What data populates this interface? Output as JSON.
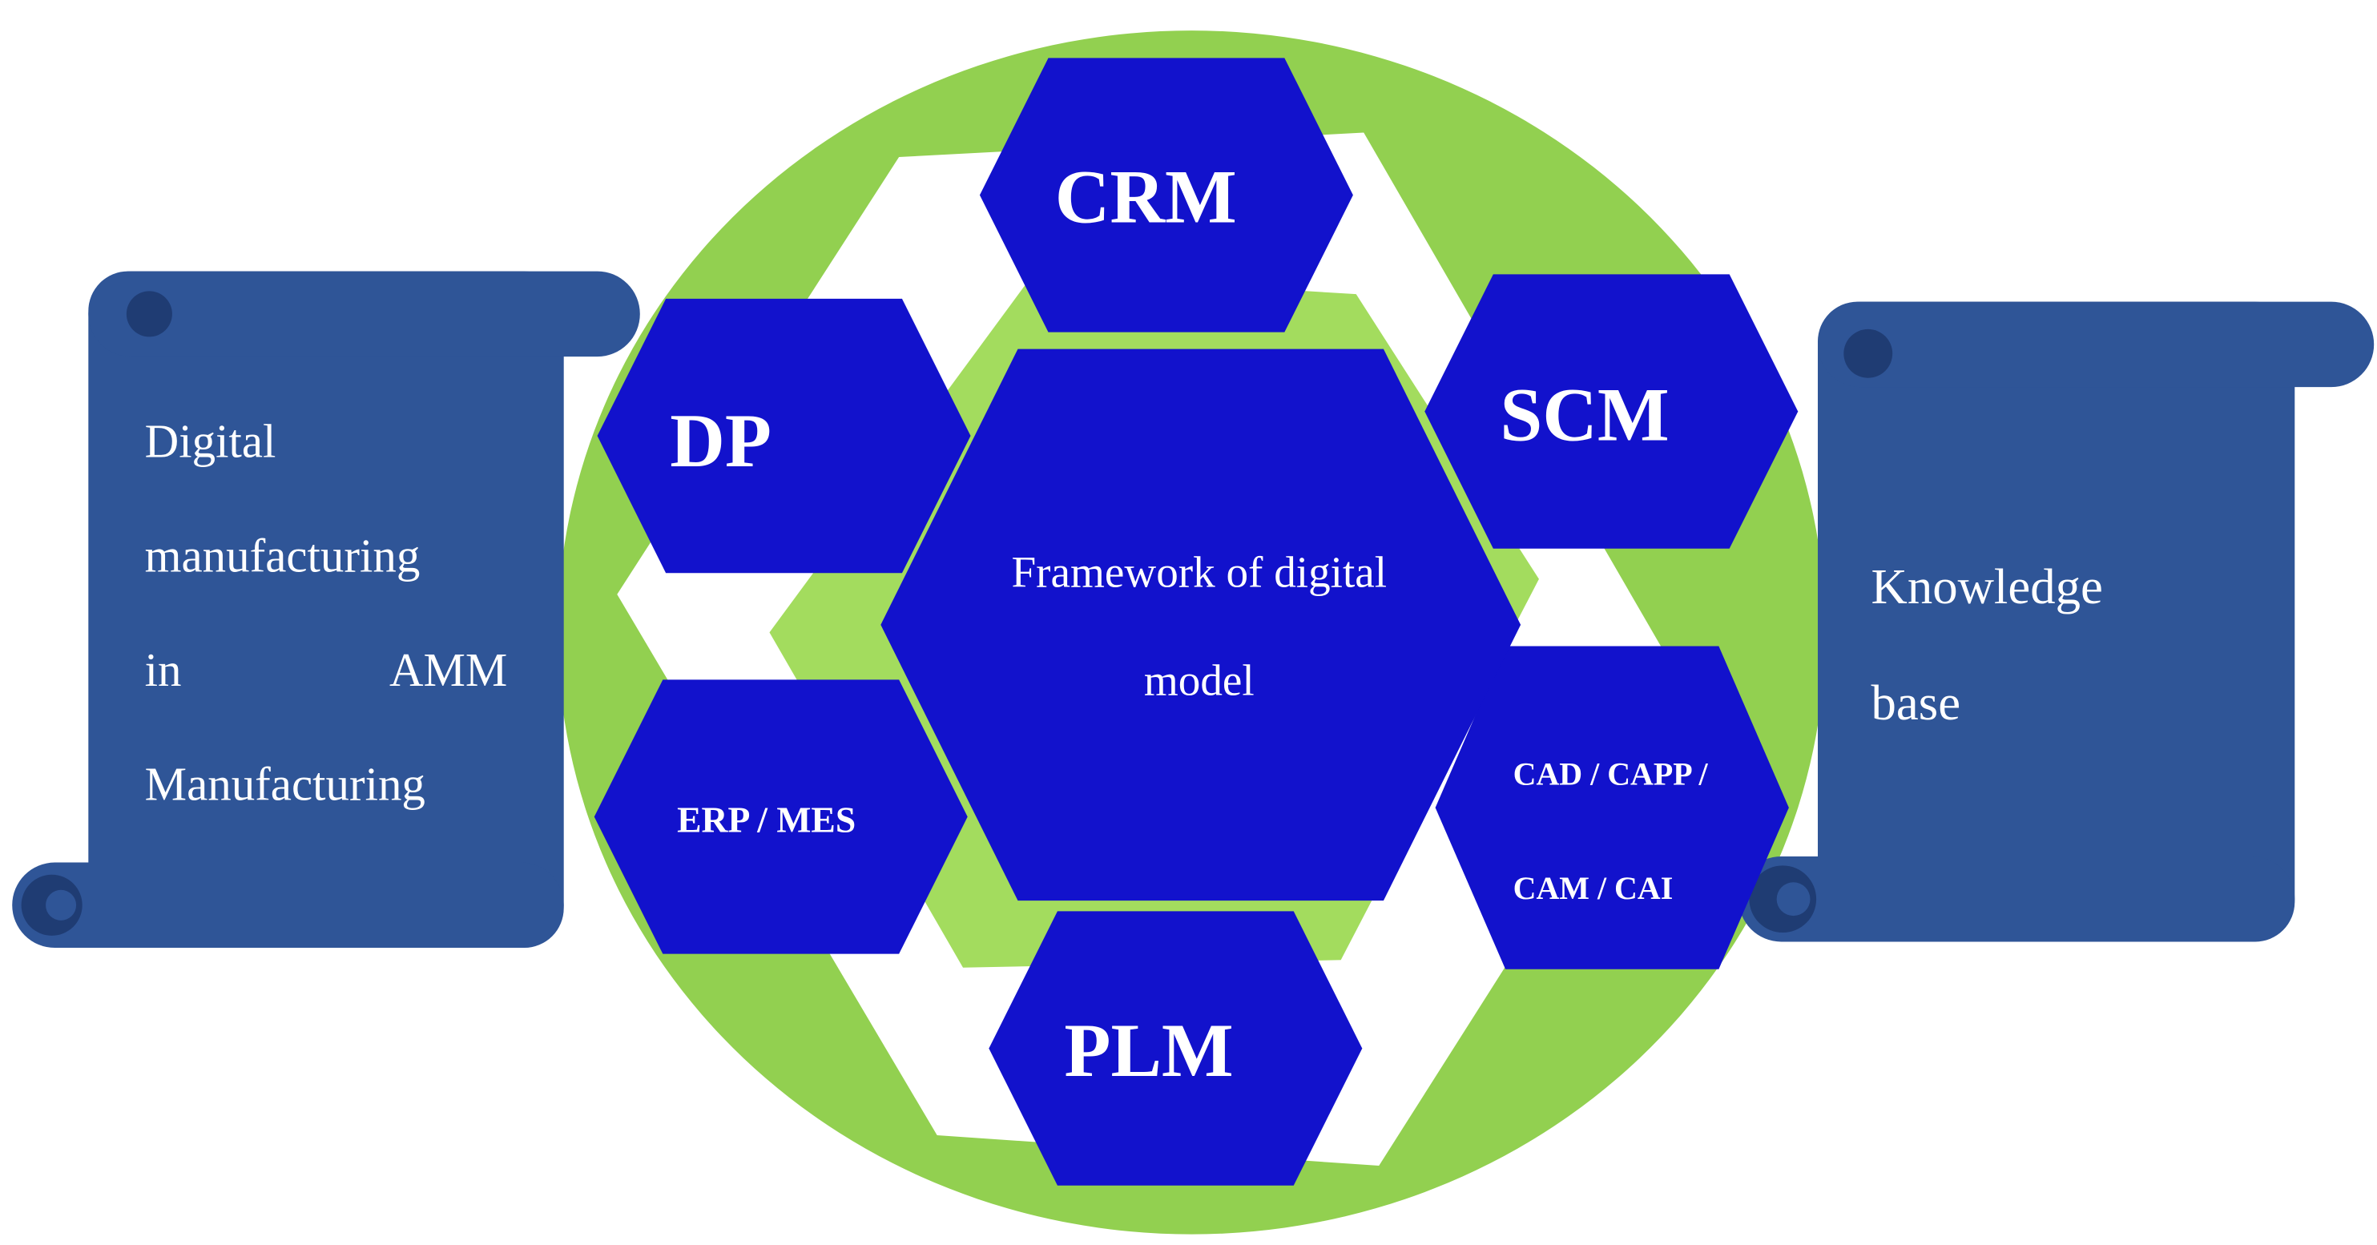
{
  "colors": {
    "circle": "#92d050",
    "inner_ring": "#a3dc5e",
    "hexagon": "#1212cc",
    "scroll": "#2f5597",
    "scroll_shadow": "#1f3c73",
    "text": "#ffffff"
  },
  "left_scroll": {
    "lines": [
      "Digital",
      "manufacturing",
      "in",
      "AMM",
      "Manufacturing"
    ]
  },
  "right_scroll": {
    "lines": [
      "Knowledge",
      "base"
    ]
  },
  "hexagons": {
    "crm": "CRM",
    "scm": "SCM",
    "dp": "DP",
    "erp": "ERP / MES",
    "cad_line1": "CAD / CAPP /",
    "cad_line2": "CAM / CAI",
    "plm": "PLM",
    "center_line1": "Framework of digital",
    "center_line2": "model"
  }
}
